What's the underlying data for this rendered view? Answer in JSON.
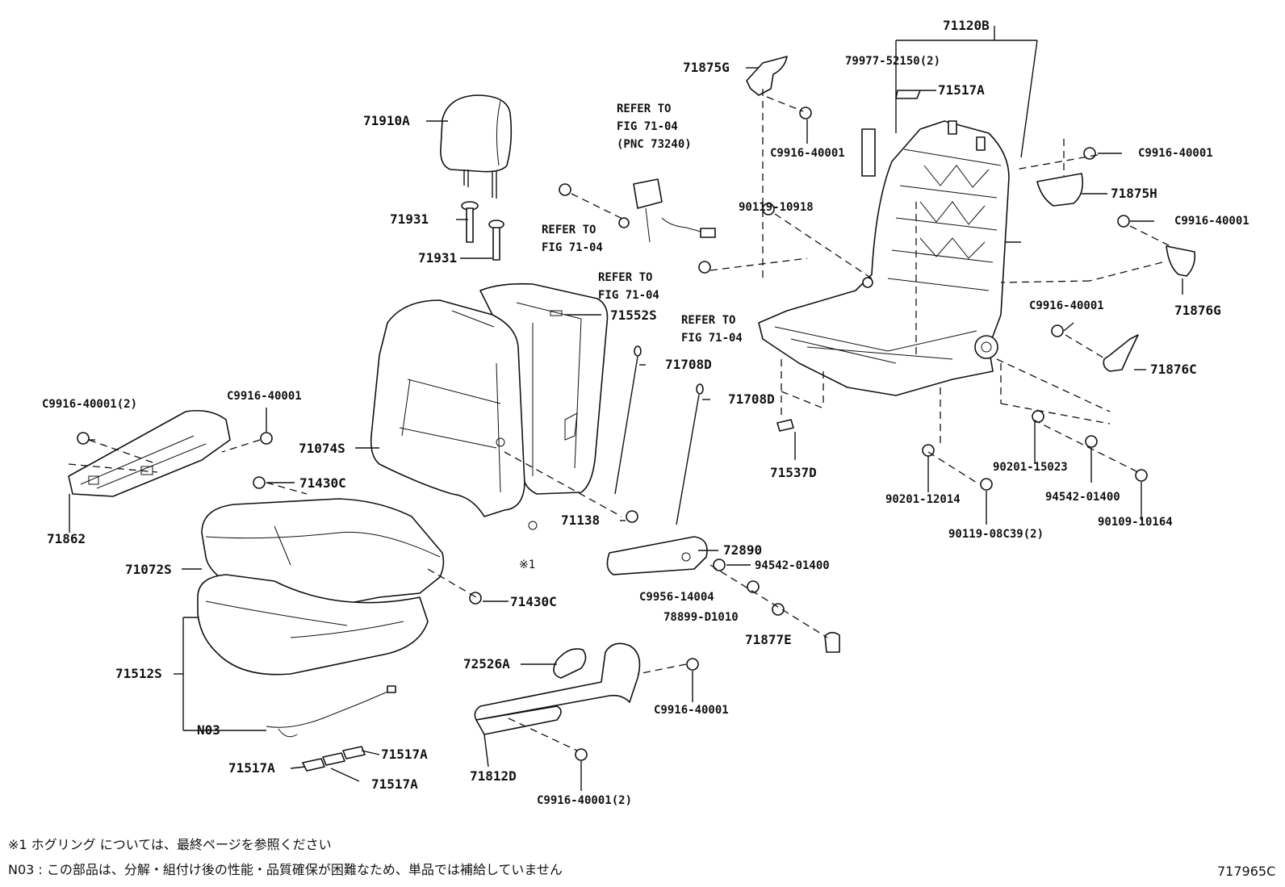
{
  "labels": {
    "p71120B": "71120B",
    "p71875G": "71875G",
    "p79977": "79977-52150(2)",
    "p71517A_top": "71517A",
    "c9916_top": "C9916-40001",
    "c9916_rt1": "C9916-40001",
    "p71875H": "71875H",
    "c9916_rt2": "C9916-40001",
    "p71876G": "71876G",
    "c9916_rt3": "C9916-40001",
    "p71876C": "71876C",
    "p71910A": "71910A",
    "p71931a": "71931",
    "p71931b": "71931",
    "refer1_l1": "REFER TO",
    "refer1_l2": "FIG 71-04",
    "refer1_l3": "(PNC 73240)",
    "refer2_l1": "REFER TO",
    "refer2_l2": "FIG 71-04",
    "refer3_l1": "REFER TO",
    "refer3_l2": "FIG 71-04",
    "refer4_l1": "REFER TO",
    "refer4_l2": "FIG 71-04",
    "p90119_10918": "90119-10918",
    "p71552S": "71552S",
    "p71708D_a": "71708D",
    "p71708D_b": "71708D",
    "p71537D": "71537D",
    "p90201_15023": "90201-15023",
    "p90201_12014": "90201-12014",
    "p94542_r": "94542-01400",
    "p90119_08C39": "90119-08C39(2)",
    "p90109": "90109-10164",
    "c9916_2_left": "C9916-40001(2)",
    "c9916_left": "C9916-40001",
    "p71074S": "71074S",
    "p71430C_a": "71430C",
    "p71862": "71862",
    "p71138": "71138",
    "p72890": "72890",
    "p94542_c": "94542-01400",
    "note_mark": "※1",
    "p71072S": "71072S",
    "p71430C_b": "71430C",
    "pC9956": "C9956-14004",
    "p78899": "78899-D1010",
    "p71877E": "71877E",
    "p71512S": "71512S",
    "p72526A": "72526A",
    "c9916_bottom": "C9916-40001",
    "pN03": "N03",
    "p71517A_b1": "71517A",
    "p71517A_b2": "71517A",
    "p71517A_b3": "71517A",
    "p71812D": "71812D",
    "c9916_2_bottom": "C9916-40001(2)"
  },
  "footnotes": {
    "note1": "※1 ホグリング については、最終ページを参照ください",
    "note2": "N03 : この部品は、分解・組付け後の性能・品質確保が困難なため、単品では補給していません",
    "figure_id": "717965C"
  }
}
